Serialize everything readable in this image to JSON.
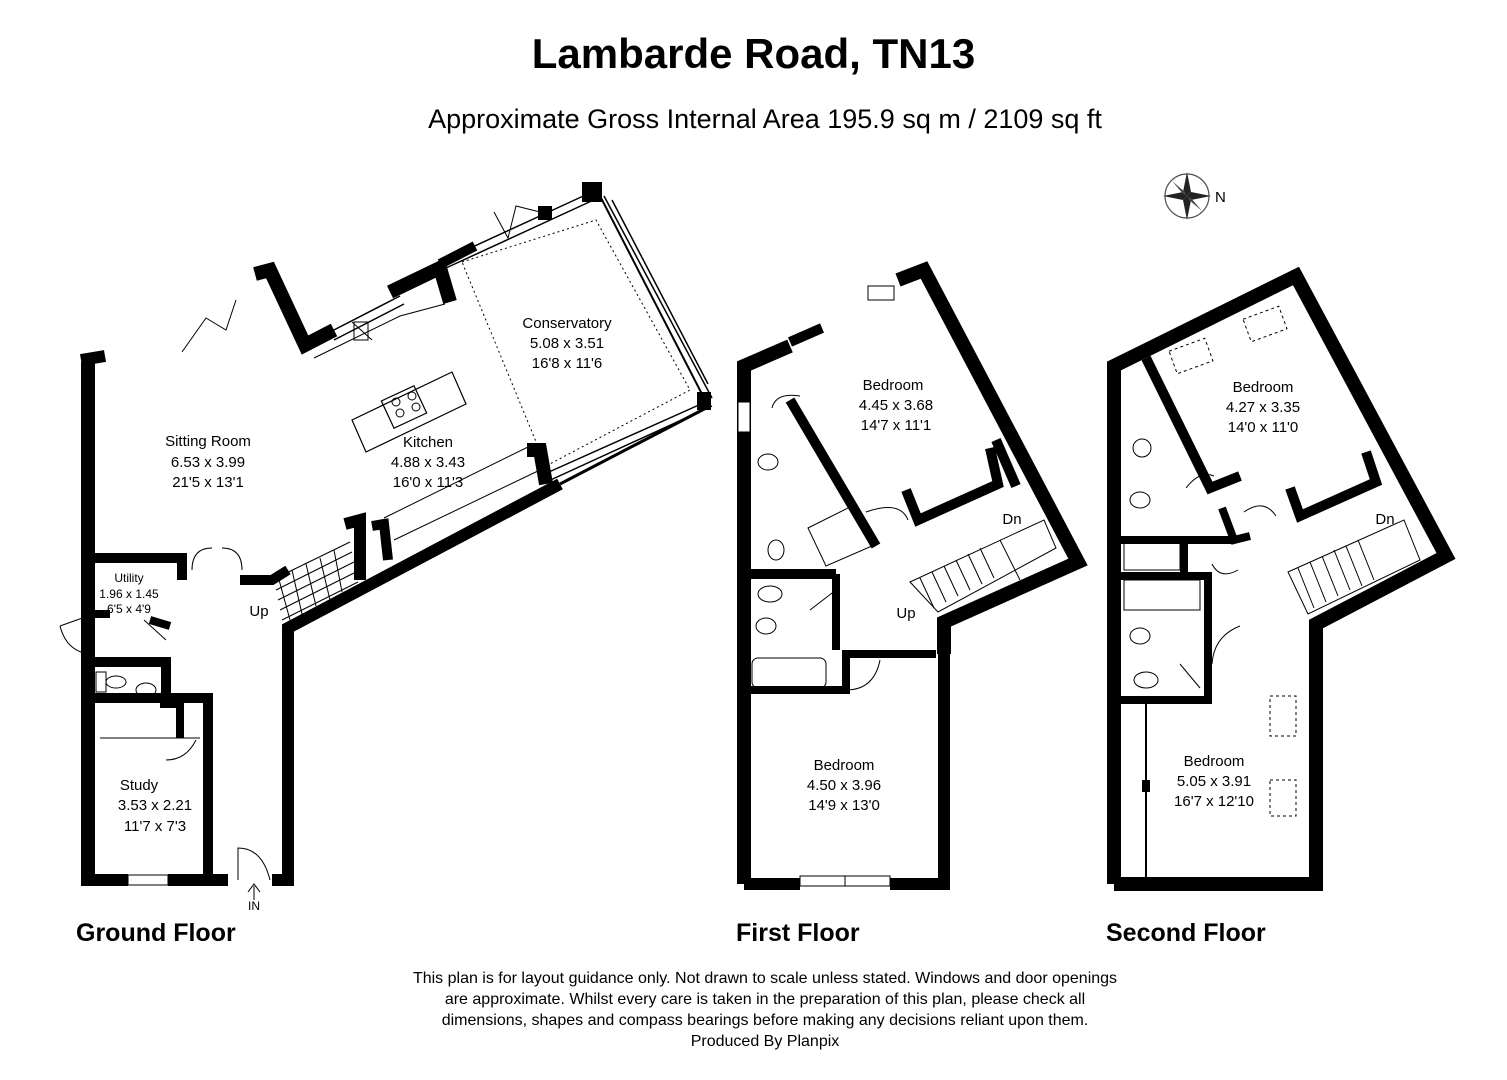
{
  "header": {
    "title": "Lambarde Road, TN13",
    "subtitle": "Approximate Gross Internal Area 195.9 sq m / 2109 sq ft"
  },
  "compass": {
    "label": "N"
  },
  "floors": {
    "ground": {
      "name": "Ground Floor",
      "rooms": {
        "conservatory": {
          "name": "Conservatory",
          "metric": "5.08 x 3.51",
          "imperial": "16'8 x 11'6"
        },
        "sitting_room": {
          "name": "Sitting Room",
          "metric": "6.53 x 3.99",
          "imperial": "21'5 x 13'1"
        },
        "kitchen": {
          "name": "Kitchen",
          "metric": "4.88 x 3.43",
          "imperial": "16'0 x 11'3"
        },
        "utility": {
          "name": "Utility",
          "metric": "1.96 x 1.45",
          "imperial": "6'5 x 4'9"
        },
        "study": {
          "name": "Study",
          "metric": "3.53 x 2.21",
          "imperial": "11'7 x 7'3"
        }
      },
      "stair_label": "Up",
      "entrance_label": "IN"
    },
    "first": {
      "name": "First Floor",
      "rooms": {
        "bedroom_1": {
          "name": "Bedroom",
          "metric": "4.45 x 3.68",
          "imperial": "14'7 x 11'1"
        },
        "bedroom_2": {
          "name": "Bedroom",
          "metric": "4.50 x 3.96",
          "imperial": "14'9 x 13'0"
        }
      },
      "stair_down": "Dn",
      "stair_up": "Up"
    },
    "second": {
      "name": "Second Floor",
      "rooms": {
        "bedroom_1": {
          "name": "Bedroom",
          "metric": "4.27 x 3.35",
          "imperial": "14'0 x 11'0"
        },
        "bedroom_2": {
          "name": "Bedroom",
          "metric": "5.05 x 3.91",
          "imperial": "16'7 x 12'10"
        }
      },
      "stair_down": "Dn"
    }
  },
  "footer": {
    "line1": "This plan is for layout guidance only. Not drawn to scale unless stated. Windows and door openings",
    "line2": "are approximate. Whilst every care is taken in the preparation of this plan, please check all",
    "line3": "dimensions, shapes and compass bearings before making any decisions reliant upon them.",
    "line4": "Produced By Planpix"
  }
}
